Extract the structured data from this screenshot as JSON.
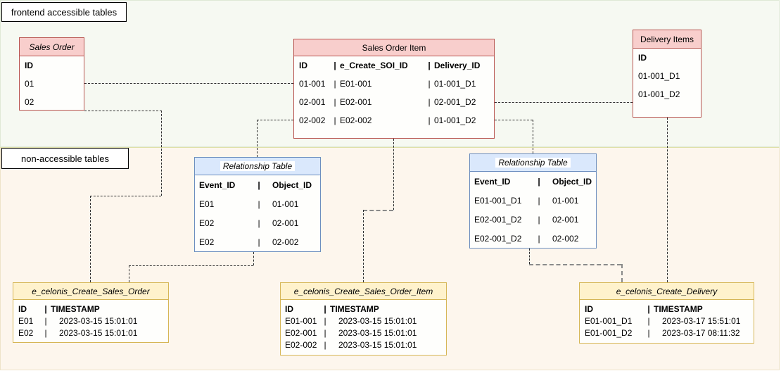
{
  "sep": "|",
  "labels": {
    "frontend": "frontend accessible tables",
    "non_accessible": "non-accessible tables"
  },
  "colors": {
    "red_fill": "#f8cecc",
    "red_stroke": "#b85450",
    "blue_fill": "#dae8fc",
    "blue_stroke": "#6c8ebf",
    "yellow_fill": "#fff2cc",
    "yellow_stroke": "#d6b656",
    "frontend_bg": "#f6f9f2",
    "non_accessible_bg": "#fdf6ed"
  },
  "tables": {
    "sales_order": {
      "title": "Sales Order",
      "rows": [
        "ID",
        "01",
        "02"
      ]
    },
    "sales_order_item": {
      "title": "Sales Order Item",
      "header": [
        "ID",
        "e_Create_SOI_ID",
        "Delivery_ID"
      ],
      "rows": [
        [
          "01-001",
          "E01-001",
          "01-001_D1"
        ],
        [
          "02-001",
          "E02-001",
          "02-001_D2"
        ],
        [
          "02-002",
          "E02-002",
          "01-001_D2"
        ]
      ]
    },
    "delivery_items": {
      "title": "Delivery Items",
      "rows": [
        "ID",
        "01-001_D1",
        "01-001_D2"
      ]
    },
    "relationship_left": {
      "title": "Relationship Table",
      "header": [
        "Event_ID",
        "Object_ID"
      ],
      "rows": [
        [
          "E01",
          "01-001"
        ],
        [
          "E02",
          "02-001"
        ],
        [
          "E02",
          "02-002"
        ]
      ]
    },
    "relationship_right": {
      "title": "Relationship Table",
      "header": [
        "Event_ID",
        "Object_ID"
      ],
      "rows": [
        [
          "E01-001_D1",
          "01-001"
        ],
        [
          "E02-001_D2",
          "02-001"
        ],
        [
          "E02-001_D2",
          "02-002"
        ]
      ]
    },
    "event_sales_order": {
      "title": "e_celonis_Create_Sales_Order",
      "header": [
        "ID",
        "TIMESTAMP"
      ],
      "rows": [
        [
          "E01",
          "2023-03-15 15:01:01"
        ],
        [
          "E02",
          "2023-03-15 15:01:01"
        ]
      ]
    },
    "event_sales_order_item": {
      "title": "e_celonis_Create_Sales_Order_Item",
      "header": [
        "ID",
        "TIMESTAMP"
      ],
      "rows": [
        [
          "E01-001",
          "2023-03-15 15:01:01"
        ],
        [
          "E02-001",
          "2023-03-15 15:01:01"
        ],
        [
          "E02-002",
          "2023-03-15 15:01:01"
        ]
      ]
    },
    "event_delivery": {
      "title": "e_celonis_Create_Delivery",
      "header": [
        "ID",
        "TIMESTAMP"
      ],
      "rows": [
        [
          "E01-001_D1",
          "2023-03-17 15:51:01"
        ],
        [
          "E01-001_D2",
          "2023-03-17 08:11:32"
        ]
      ]
    }
  }
}
